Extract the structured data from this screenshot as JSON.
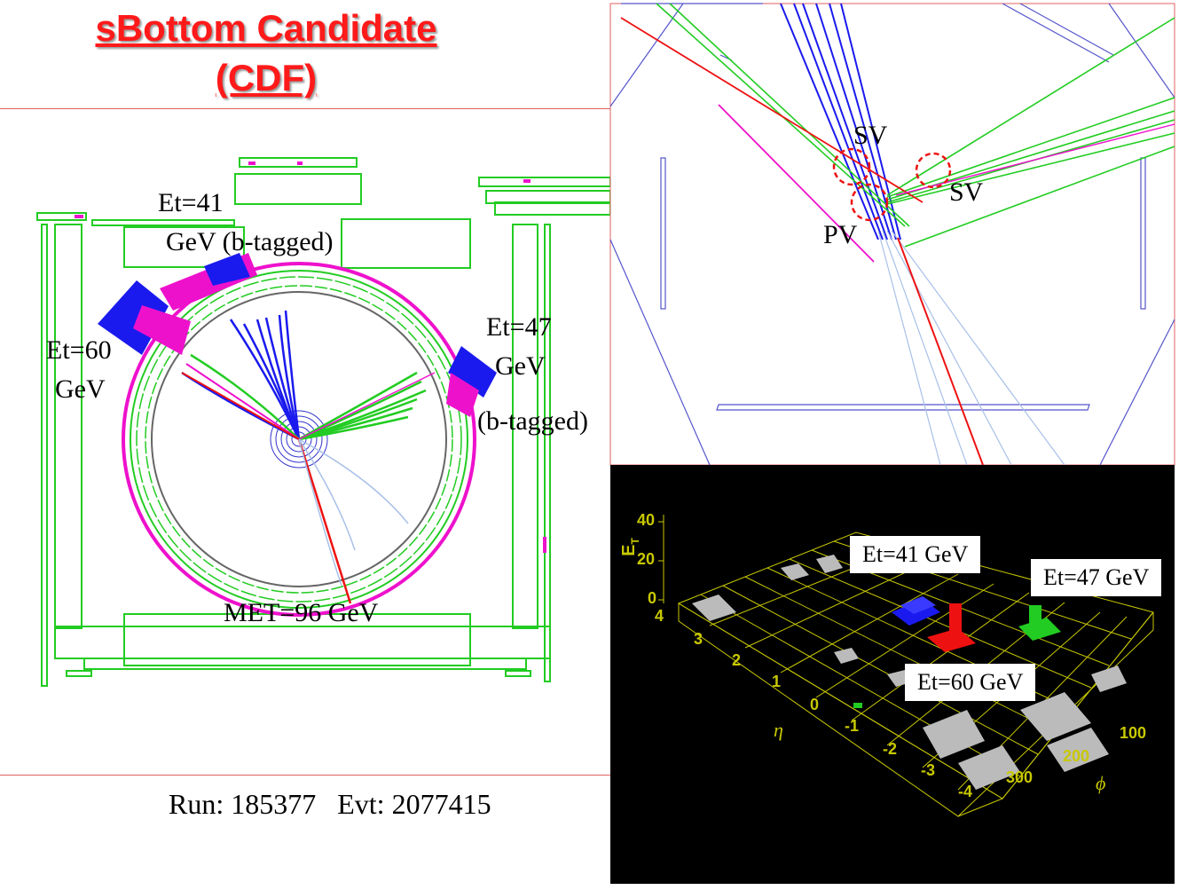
{
  "title": {
    "line1": "sBottom Candidate",
    "line2": "(CDF)"
  },
  "detector_view": {
    "jet1_et": "Et=41",
    "jet1_unit": "GeV (b-tagged)",
    "jet2_et": "Et=60",
    "jet2_unit": "GeV",
    "jet3_et": "Et=47",
    "jet3_unit": "GeV",
    "jet3_tag": "(b-tagged)",
    "met": "MET=96 GeV"
  },
  "run_info": "Run: 185377   Evt: 2077415",
  "vertex_view": {
    "sv1": "SV",
    "sv2": "SV",
    "pv": "PV"
  },
  "lego_plot": {
    "y_axis_label": "E",
    "y_axis_sub": "T",
    "y_ticks": [
      "40",
      "20",
      "0"
    ],
    "eta_label": "η",
    "eta_ticks": [
      "4",
      "3",
      "2",
      "1",
      "0",
      "-1",
      "-2",
      "-3",
      "-4"
    ],
    "phi_label": "ϕ",
    "phi_ticks": [
      "100",
      "200",
      "300"
    ],
    "box1": "Et=41 GeV",
    "box2": "Et=47 GeV",
    "box3": "Et=60 GeV"
  },
  "colors": {
    "title": "#ff1a1a",
    "green": "#22cc22",
    "blue": "#1a1aee",
    "magenta": "#ee11cc",
    "red": "#ee1111",
    "lego_bg": "#000000",
    "lego_grid": "#c8c800"
  }
}
